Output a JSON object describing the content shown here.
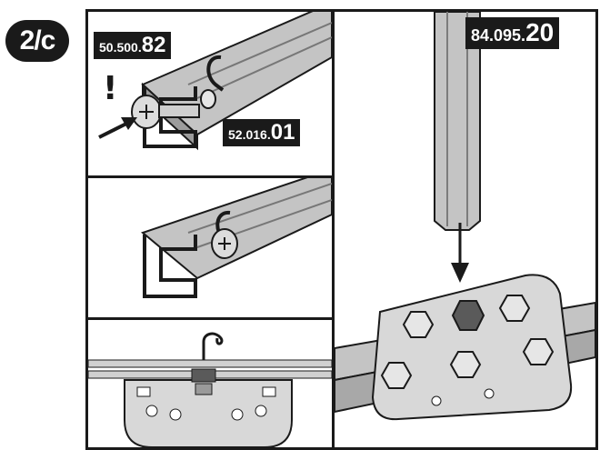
{
  "step_badge": "2/c",
  "part_codes": {
    "screw": {
      "prefix": "50.500.",
      "suffix": "82"
    },
    "clip": {
      "prefix": "52.016.",
      "suffix": "01"
    },
    "profile": {
      "prefix": "84.095.",
      "suffix": "20"
    }
  },
  "warning_mark": "!",
  "colors": {
    "ink": "#1a1a1a",
    "rail": "#c4c4c4",
    "rail_dark": "#8f8f8f",
    "plate": "#d8d8d8",
    "nut": "#e6e6e6",
    "nut_dark": "#5a5a5a"
  },
  "icons": [
    "screw-icon",
    "clip-icon",
    "arrow-icon",
    "hex-nut-icon",
    "bracket-plate-icon"
  ]
}
